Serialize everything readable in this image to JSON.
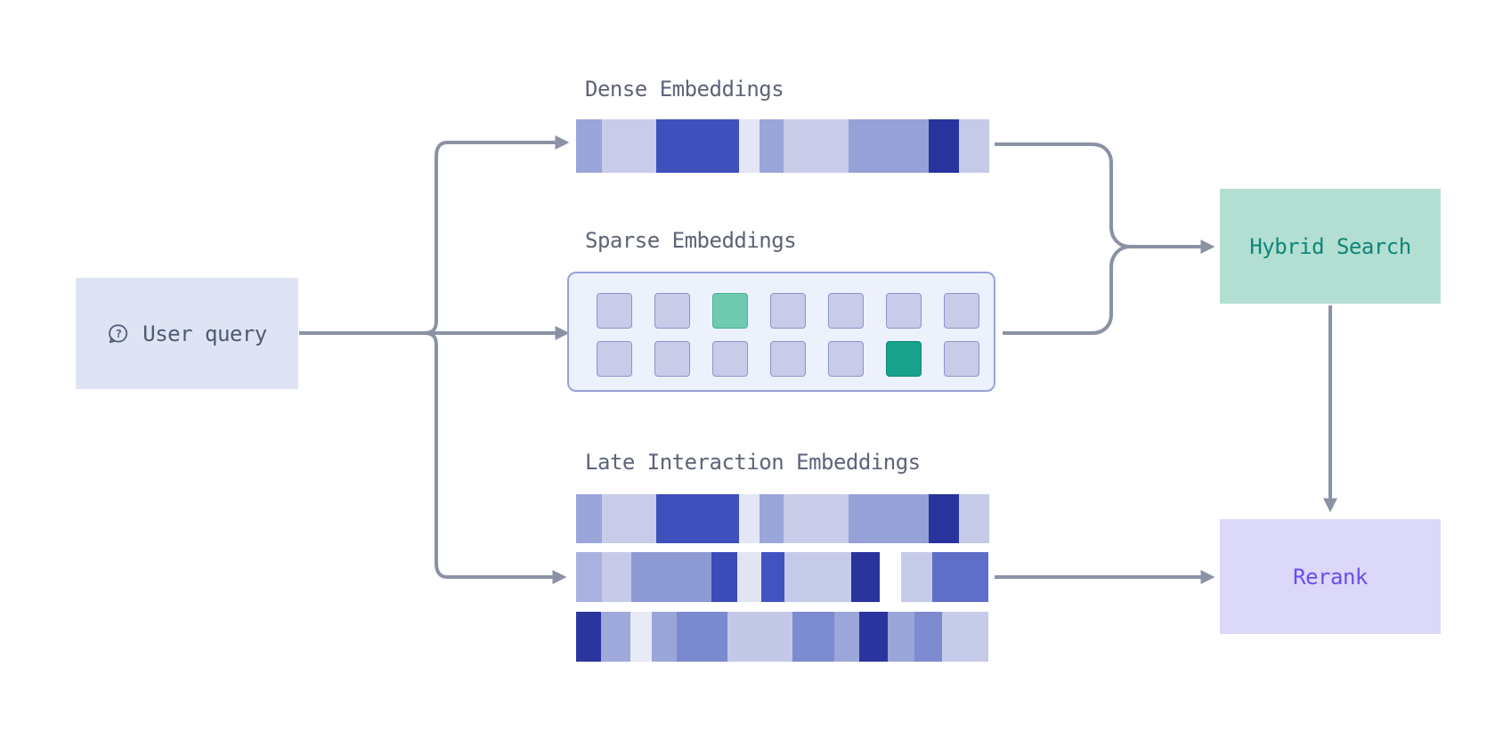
{
  "canvas": {
    "background": "#ffffff"
  },
  "connectors": {
    "color": "#8b92a5",
    "stroke_width": 4
  },
  "labels_color": "#5d6478",
  "user_query": {
    "label": "User query",
    "icon": "question-bubble",
    "icon_glyph": "?",
    "bg": "#dfe4f4",
    "text_color": "#4f5a75"
  },
  "dense": {
    "label": "Dense Embeddings",
    "bar_segments": [
      {
        "w": 29,
        "c": "#9aa5d9"
      },
      {
        "w": 61,
        "c": "#c8cce9"
      },
      {
        "w": 93,
        "c": "#3e50bc"
      },
      {
        "w": 23,
        "c": "#e3e6f4"
      },
      {
        "w": 27,
        "c": "#9aa5d9"
      },
      {
        "w": 73,
        "c": "#c9cde9"
      },
      {
        "w": 90,
        "c": "#96a1d7"
      },
      {
        "w": 34,
        "c": "#28339e"
      },
      {
        "w": 34,
        "c": "#c5cae8"
      }
    ]
  },
  "sparse": {
    "label": "Sparse Embeddings",
    "panel_bg": "#edf1fb",
    "panel_border": "#97a1d9",
    "grid": {
      "rows": 2,
      "cols": 7,
      "cell_color": "#c9cce9",
      "cell_border": "#8a93cf",
      "highlights": [
        {
          "row": 0,
          "col": 2,
          "color": "#6fcab0",
          "border": "#45b394"
        },
        {
          "row": 1,
          "col": 5,
          "color": "#18a28c",
          "border": "#0d8b78"
        }
      ]
    }
  },
  "late": {
    "label": "Late Interaction Embeddings",
    "bars": [
      [
        {
          "w": 29,
          "c": "#9aa5d9"
        },
        {
          "w": 61,
          "c": "#c8cce9"
        },
        {
          "w": 93,
          "c": "#3e50bc"
        },
        {
          "w": 23,
          "c": "#e3e6f4"
        },
        {
          "w": 27,
          "c": "#9aa5d9"
        },
        {
          "w": 73,
          "c": "#c9cde9"
        },
        {
          "w": 90,
          "c": "#96a1d7"
        },
        {
          "w": 34,
          "c": "#28339e"
        },
        {
          "w": 34,
          "c": "#c5cae8"
        }
      ],
      [
        {
          "w": 29,
          "c": "#a9b1de"
        },
        {
          "w": 33,
          "c": "#c7cbe9"
        },
        {
          "w": 90,
          "c": "#8e9ad4"
        },
        {
          "w": 29,
          "c": "#3b4cb8"
        },
        {
          "w": 27,
          "c": "#e2e5f4"
        },
        {
          "w": 26,
          "c": "#4053c0"
        },
        {
          "w": 75,
          "c": "#c6cbe9"
        },
        {
          "w": 32,
          "c": "#2a339c"
        },
        {
          "w": 24,
          "c": "#ffffff"
        },
        {
          "w": 35,
          "c": "#c6cbe9"
        },
        {
          "w": 63,
          "c": "#5f6fc8"
        }
      ],
      [
        {
          "w": 28,
          "c": "#2b359f"
        },
        {
          "w": 33,
          "c": "#9fa9db"
        },
        {
          "w": 24,
          "c": "#e8eaf6"
        },
        {
          "w": 28,
          "c": "#9aa5d8"
        },
        {
          "w": 57,
          "c": "#7b89cf"
        },
        {
          "w": 73,
          "c": "#c3c8e7"
        },
        {
          "w": 47,
          "c": "#7d8bd0"
        },
        {
          "w": 28,
          "c": "#9ca6da"
        },
        {
          "w": 32,
          "c": "#2b349e"
        },
        {
          "w": 30,
          "c": "#9aa5d8"
        },
        {
          "w": 31,
          "c": "#7e8bd1"
        },
        {
          "w": 52,
          "c": "#c6cbe9"
        }
      ]
    ]
  },
  "hybrid_search": {
    "label": "Hybrid Search",
    "bg": "#b3dfd3",
    "text_color": "#0f8578"
  },
  "rerank": {
    "label": "Rerank",
    "bg": "#dbd8f9",
    "text_color": "#6d4cee"
  }
}
